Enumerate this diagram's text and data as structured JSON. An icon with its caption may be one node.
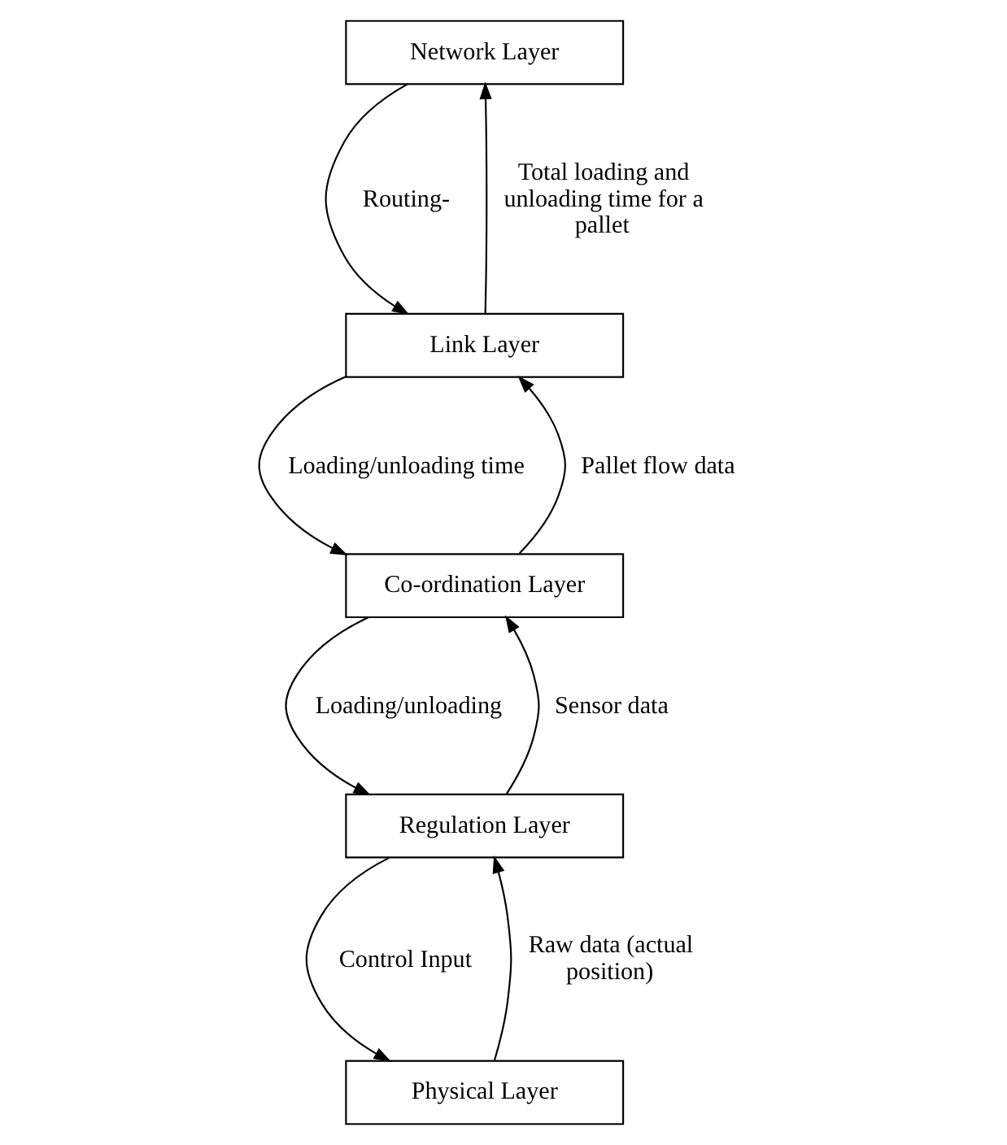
{
  "diagram": {
    "nodes": [
      {
        "text": [
          "Network Layer"
        ]
      },
      {
        "text": [
          "Link Layer"
        ]
      },
      {
        "text": [
          "Co-ordination Layer"
        ]
      },
      {
        "text": [
          "Regulation Layer"
        ]
      },
      {
        "text": [
          "Physical Layer"
        ]
      }
    ],
    "edges": [
      {
        "from": 0,
        "to": 1,
        "arrow": "to",
        "label": "Routing-"
      },
      {
        "from": 1,
        "to": 0,
        "arrow": "to",
        "label": "Total loading and unloading time for a pallet"
      },
      {
        "from": 1,
        "to": 2,
        "arrow": "to",
        "label": "Loading/unloading time"
      },
      {
        "from": 2,
        "to": 1,
        "arrow": "to",
        "label": "Pallet flow data"
      },
      {
        "from": 2,
        "to": 3,
        "arrow": "to",
        "label": "Loading/unloading"
      },
      {
        "from": 3,
        "to": 2,
        "arrow": "to",
        "label": "Sensor data"
      },
      {
        "from": 3,
        "to": 4,
        "arrow": "to",
        "label": "Control Input"
      },
      {
        "from": 4,
        "to": 3,
        "arrow": "to",
        "label": "Raw data (actual position)"
      }
    ]
  }
}
